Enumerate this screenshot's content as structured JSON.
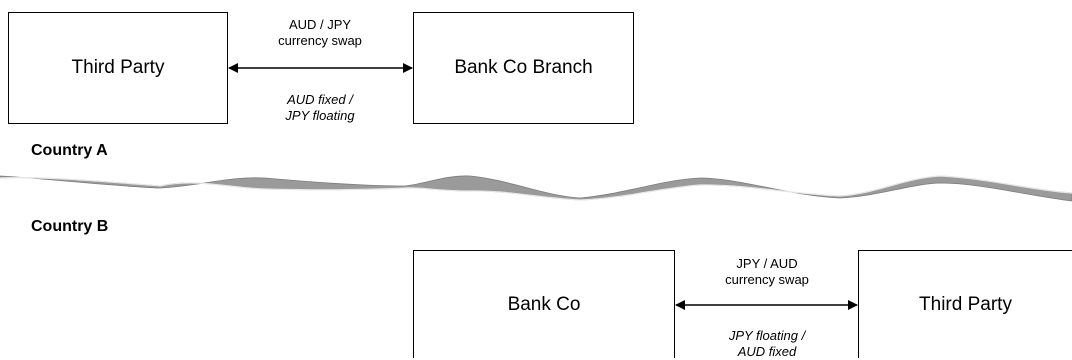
{
  "top": {
    "left_box": "Third Party",
    "right_box": "Bank Co Branch",
    "swap_label": {
      "line1": "AUD / JPY",
      "line2": "currency swap"
    },
    "terms_label": {
      "line1": "AUD fixed /",
      "line2": "JPY floating"
    }
  },
  "countries": {
    "a": "Country A",
    "b": "Country B"
  },
  "bottom": {
    "left_box": "Bank Co",
    "right_box": "Third Party",
    "swap_label": {
      "line1": "JPY / AUD",
      "line2": "currency swap"
    },
    "terms_label": {
      "line1": "JPY floating /",
      "line2": "AUD fixed"
    }
  },
  "colors": {
    "border_fill": "#9a9a9a",
    "line": "#000000"
  }
}
